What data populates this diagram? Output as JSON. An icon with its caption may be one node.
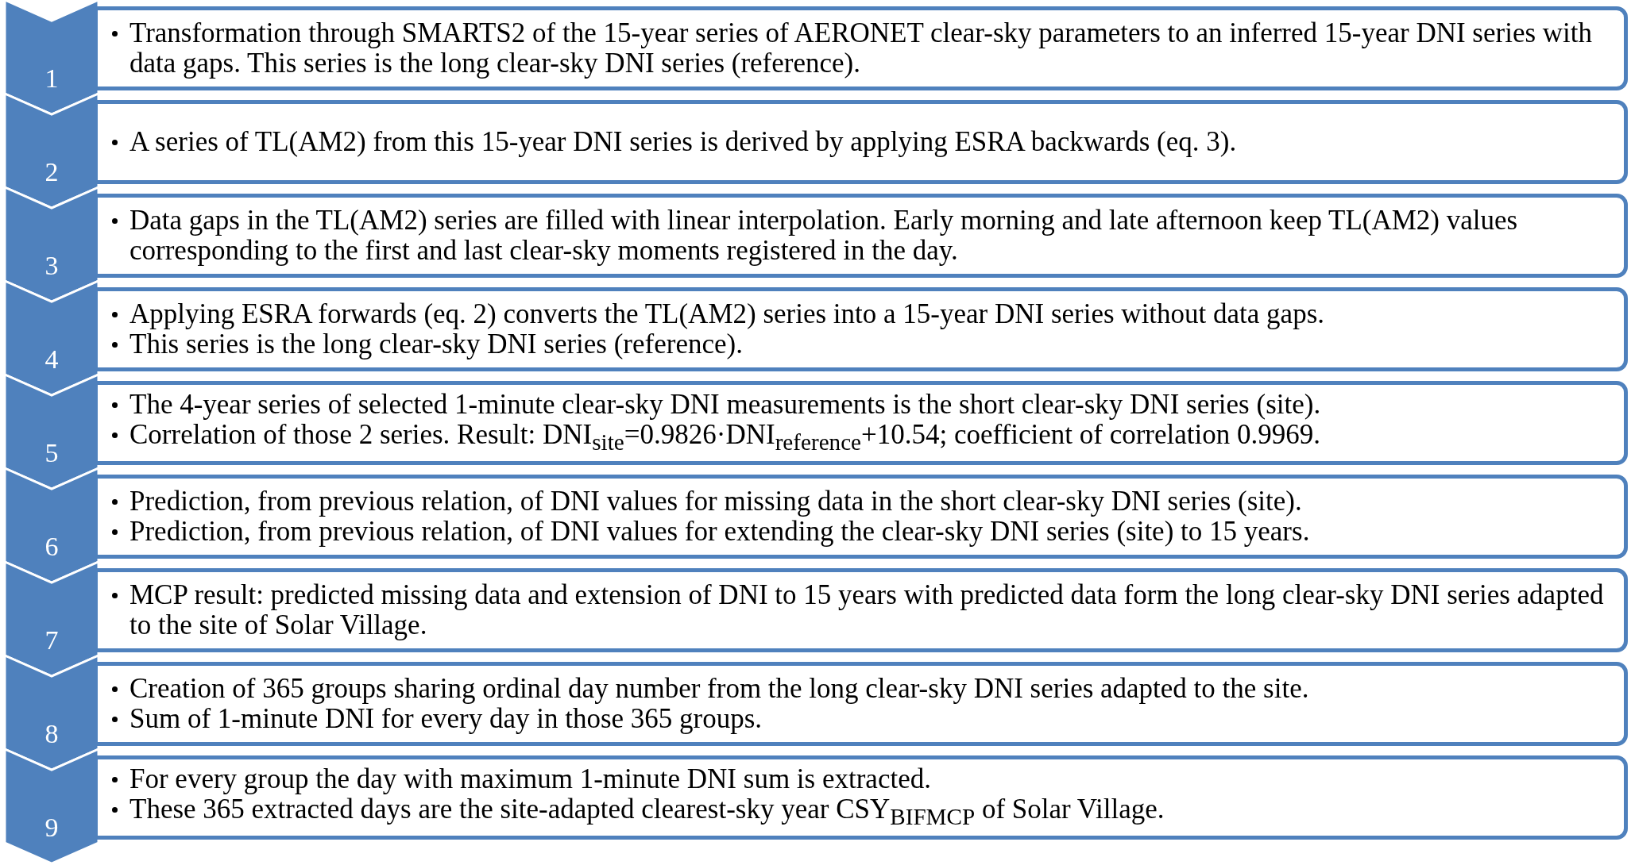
{
  "diagram": {
    "nodes": [
      {
        "text": [
          "1"
        ]
      },
      {
        "text": [
          "Transformation through SMARTS2 of the 15-year series of AERONET clear-sky parameters to an inferred 15-year DNI series with data gaps. This series is the long clear-sky DNI series (reference)."
        ]
      },
      {
        "text": [
          "2"
        ]
      },
      {
        "text": [
          "A series of TL(AM2) from this 15-year DNI series is derived by applying ESRA backwards (eq. 3)."
        ]
      },
      {
        "text": [
          "3"
        ]
      },
      {
        "text": [
          "Data gaps in the TL(AM2) series are filled with linear interpolation. Early morning and late afternoon keep TL(AM2) values corresponding to the first and last clear-sky moments registered in the day."
        ]
      },
      {
        "text": [
          "4"
        ]
      },
      {
        "text": [
          "Applying ESRA forwards (eq. 2) converts the TL(AM2) series into a 15-year DNI series without data gaps.",
          "This series is the long clear-sky DNI series (reference)."
        ]
      },
      {
        "text": [
          "5"
        ]
      },
      {
        "text": [
          "The 4-year series of selected 1-minute clear-sky DNI measurements is the short clear-sky DNI series (site).",
          "Correlation of those 2 series. Result: DNI$_{site}$=0.9826·DNI$_{reference}$+10.54; coefficient of correlation 0.9969."
        ]
      },
      {
        "text": [
          "6"
        ]
      },
      {
        "text": [
          "Prediction, from previous relation, of DNI values for missing data in the short clear-sky DNI series (site).",
          "Prediction, from previous relation, of DNI values for extending the clear-sky DNI series (site) to 15 years."
        ]
      },
      {
        "text": [
          "7"
        ]
      },
      {
        "text": [
          "MCP result: predicted missing data and extension of DNI to 15 years with predicted data form the long clear-sky DNI series adapted to the site of Solar Village."
        ]
      },
      {
        "text": [
          "8"
        ]
      },
      {
        "text": [
          "Creation of 365 groups sharing ordinal day number from the long clear-sky DNI series adapted to the site.",
          "Sum of 1-minute DNI for every day in those 365 groups."
        ]
      },
      {
        "text": [
          "9"
        ]
      },
      {
        "text": [
          "For every group the day with maximum 1-minute DNI sum is extracted.",
          "These 365 extracted days are the site-adapted clearest-sky year CSY$_{BIFMCP}$ of Solar Village."
        ]
      }
    ]
  }
}
